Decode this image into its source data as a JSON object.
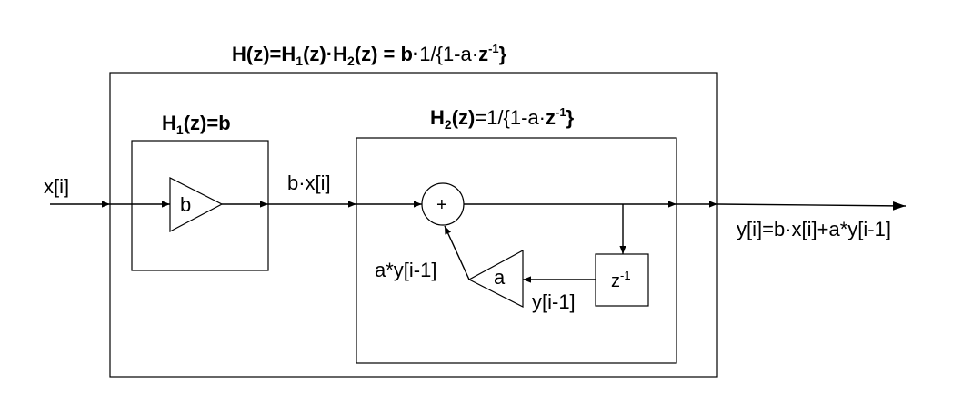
{
  "diagram": {
    "overall_title": {
      "a": "H(z)=H",
      "a_sub": "1",
      "b": "(z)·H",
      "b_sub": "2",
      "c": "(z) = b·",
      "d": "1/{1-a·",
      "e": "z",
      "e_sup": "-1",
      "f": "}"
    },
    "h1_title": {
      "a": "H",
      "a_sub": "1",
      "b": "(z)=b"
    },
    "h2_title": {
      "a": "H",
      "a_sub": "2",
      "b": "(z)",
      "c": "=1/{1-a·",
      "d": "z",
      "d_sup": "-1",
      "e": "}"
    },
    "input_label": "x[i]",
    "gain_b_label": "b",
    "mid_signal_label": "b·x[i]",
    "adder_symbol": "+",
    "gain_a_label": "a",
    "delay_label": "z",
    "delay_sup": "-1",
    "feedback_in_label": "y[i-1]",
    "feedback_out_label": "a*y[i-1]",
    "output_label": "y[i]=b·x[i]+a*y[i-1]"
  }
}
